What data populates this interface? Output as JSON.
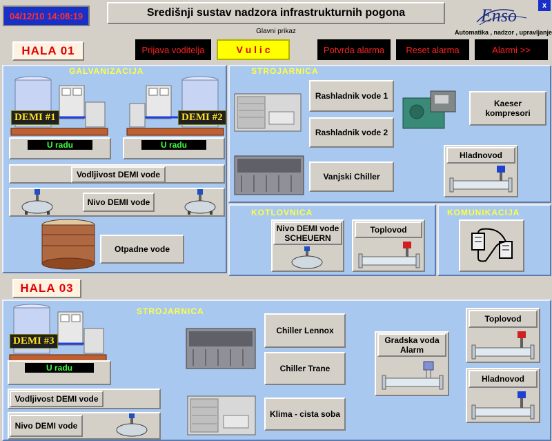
{
  "header": {
    "datetime": "04/12/10 14:08:19",
    "title": "Središnji sustav nadzora infrastrukturnih pogona",
    "subtitle": "Glavni prikaz",
    "brand": "Enso",
    "brand_tagline": "Automatika , nadzor , upravljanje",
    "close_glyph": "x"
  },
  "toolbar": {
    "hala01": "HALA 01",
    "login": "Prijava voditelja",
    "user": "V u l i c",
    "confirm_alarm": "Potvrda alarma",
    "reset_alarm": "Reset alarma",
    "alarms": "Alarmi  >>"
  },
  "galvanizacija": {
    "title": "GALVANIZACIJA",
    "demi1": "DEMI #1",
    "demi2": "DEMI #2",
    "status1": "U radu",
    "status2": "U radu",
    "conductivity": "Vodljivost DEMI vode",
    "level": "Nivo DEMI vode",
    "waste": "Otpadne vode"
  },
  "strojarnica1": {
    "title": "STROJARNICA",
    "chiller1": "Rashladnik vode 1",
    "chiller2": "Rashladnik vode 2",
    "outdoor": "Vanjski Chiller",
    "kaeser": "Kaeser kompresori",
    "cold": "Hladnovod"
  },
  "kotlovnica": {
    "title": "KOTLOVNICA",
    "level": "Nivo DEMI vode SCHEUERN",
    "hot": "Toplovod"
  },
  "komunikacija": {
    "title": "KOMUNIKACIJA"
  },
  "hala03": {
    "label": "HALA 03",
    "demi3": "DEMI #3",
    "status3": "U radu",
    "conductivity": "Vodljivost DEMI vode",
    "level": "Nivo DEMI vode",
    "strojarnica_title": "STROJARNICA",
    "lennox": "Chiller Lennox",
    "trane": "Chiller Trane",
    "clean_room": "Klima - cista soba",
    "city_water": "Gradska voda Alarm",
    "hot": "Toplovod",
    "cold": "Hladnovod"
  },
  "colors": {
    "panel": "#a8c8f0",
    "panel_title": "#ffff40",
    "alarm_red": "#ff2020",
    "status_green": "#40ff40"
  }
}
